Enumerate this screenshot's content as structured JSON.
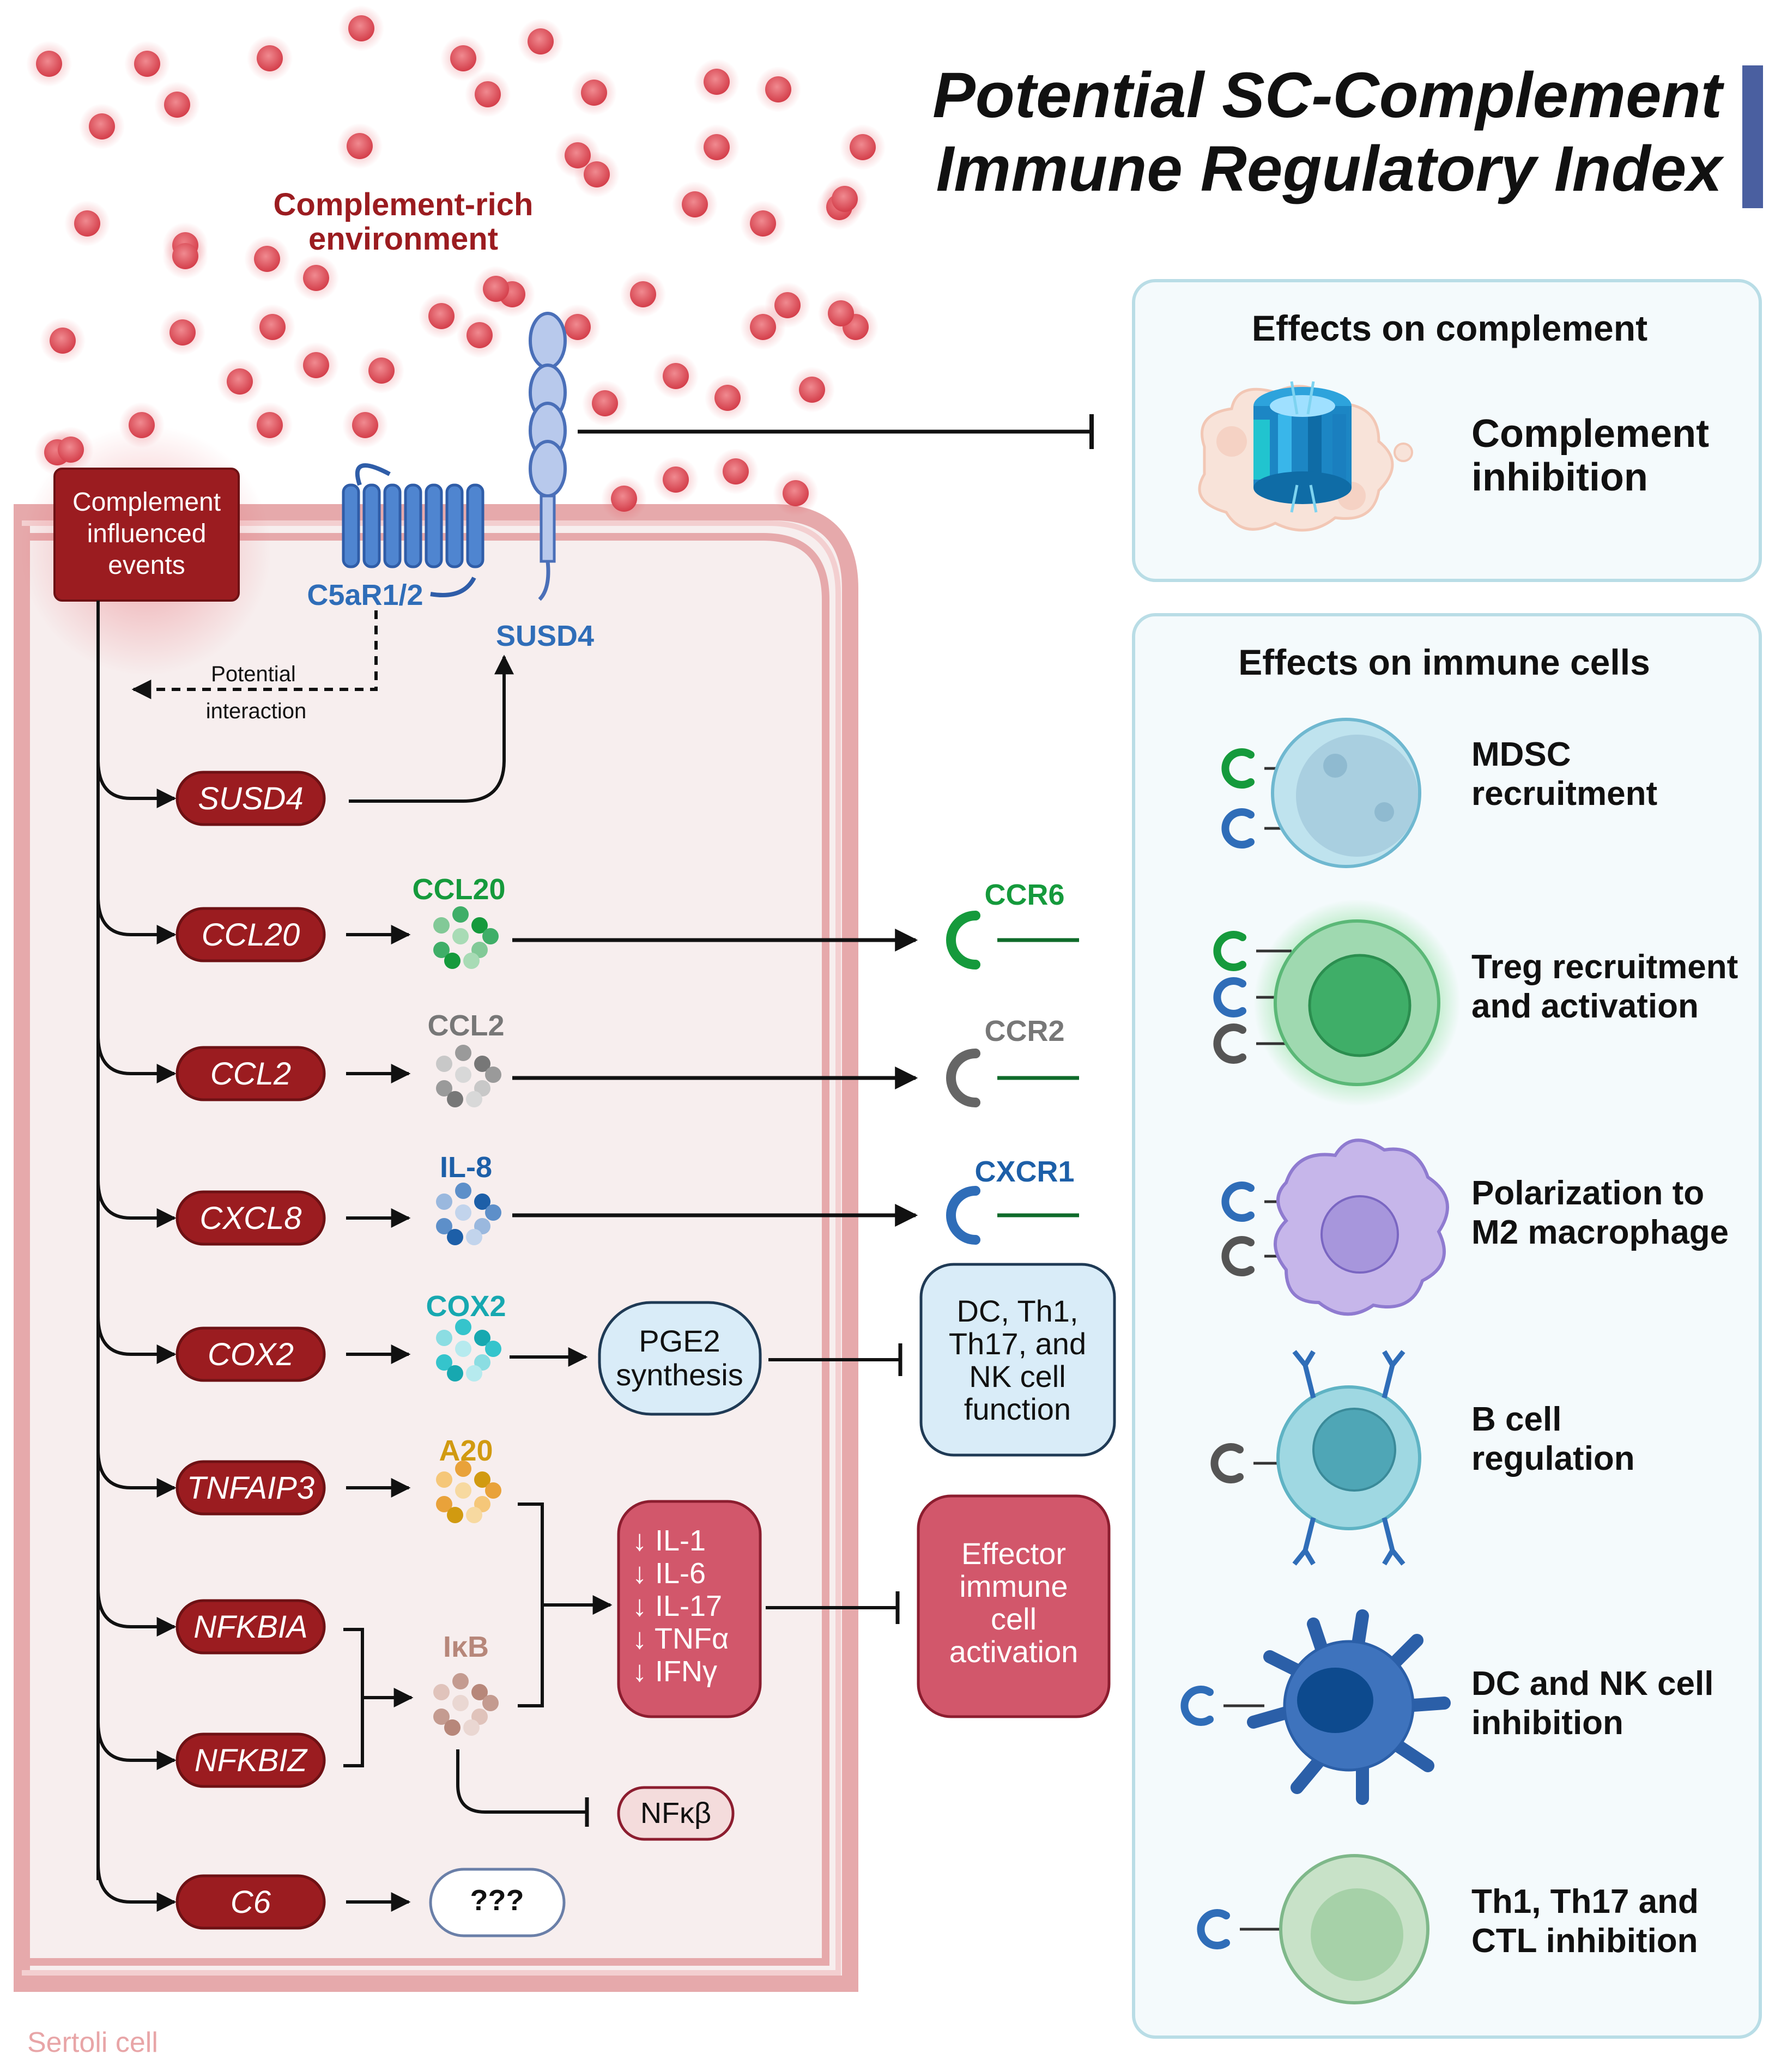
{
  "title": {
    "line1": "Potential SC-Complement",
    "line2": "Immune Regulatory Index",
    "bar_color": "#4a5fa0"
  },
  "environment_label": {
    "line1": "Complement-rich",
    "line2": "environment"
  },
  "cell_label": "Sertoli cell",
  "complement_events": {
    "line1": "Complement",
    "line2": "influenced",
    "line3": "events"
  },
  "receptors": {
    "c5ar": "C5aR1/2",
    "susd4": "SUSD4"
  },
  "potential_interaction": {
    "line1": "Potential",
    "line2": "interaction"
  },
  "genes": [
    "SUSD4",
    "CCL20",
    "CCL2",
    "CXCL8",
    "COX2",
    "TNFAIP3",
    "NFKBIA",
    "NFKBIZ",
    "C6"
  ],
  "products": {
    "ccl20": "CCL20",
    "ccl2": "CCL2",
    "il8": "IL-8",
    "cox2": "COX2",
    "a20": "A20",
    "ikb": "IκB"
  },
  "cell_receptors": {
    "ccr6": "CCR6",
    "ccr2": "CCR2",
    "cxcr1": "CXCR1"
  },
  "pge2": {
    "line1": "PGE2",
    "line2": "synthesis"
  },
  "dc_function": {
    "line1": "DC, Th1,",
    "line2": "Th17, and",
    "line3": "NK cell",
    "line4": "function"
  },
  "cytokines": [
    "↓ IL-1",
    "↓ IL-6",
    "↓ IL-17",
    "↓ TNFα",
    "↓ IFNγ"
  ],
  "effector": {
    "line1": "Effector",
    "line2": "immune",
    "line3": "cell",
    "line4": "activation"
  },
  "nfkb": "NFκβ",
  "unknown": "???",
  "complement_panel": {
    "title": "Effects on complement",
    "label_line1": "Complement",
    "label_line2": "inhibition"
  },
  "immune_panel": {
    "title": "Effects on immune cells",
    "items": [
      {
        "line1": "MDSC",
        "line2": "recruitment"
      },
      {
        "line1": "Treg recruitment",
        "line2": "and activation"
      },
      {
        "line1": "Polarization to",
        "line2": "M2 macrophage"
      },
      {
        "line1": "B cell",
        "line2": "regulation"
      },
      {
        "line1": "DC and NK cell",
        "line2": "inhibition"
      },
      {
        "line1": "Th1, Th17 and",
        "line2": "CTL inhibition"
      }
    ]
  },
  "colors": {
    "gene_box": "#9b1c20",
    "complement_dot": "#d94a55",
    "cell_fill": "#f7eeee",
    "membrane": "#e6a9ab",
    "ccl20_green": "#159a3c",
    "ccl2_gray": "#777777",
    "il8_blue": "#1d5fa8",
    "cox2_teal": "#17a8b0",
    "a20_gold": "#d19a10",
    "ikb_brown": "#b7877a",
    "panel_bg": "#f4fafc",
    "panel_border": "#b9dde6",
    "cytokine_box": "#d2576b"
  }
}
